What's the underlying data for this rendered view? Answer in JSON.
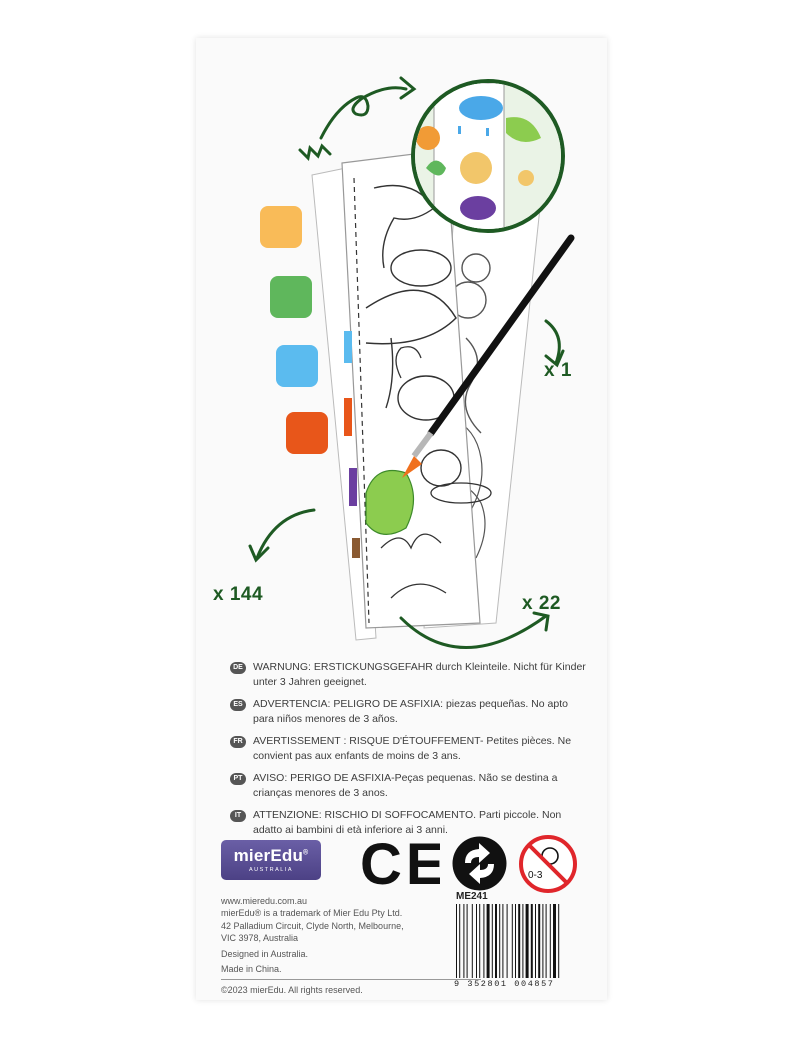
{
  "counts": {
    "paints": "x 144",
    "strips": "x 22",
    "brush": "x 1"
  },
  "swatch_colors": [
    "#f9bb58",
    "#5fb75c",
    "#5bbbef",
    "#e8561a"
  ],
  "accent_color": "#1e5a23",
  "warnings": [
    {
      "lang": "DE",
      "text": "WARNUNG: ERSTICKUNGSGEFAHR durch Kleinteile. Nicht für Kinder unter 3 Jahren geeignet."
    },
    {
      "lang": "ES",
      "text": "ADVERTENCIA: PELIGRO DE ASFIXIA: piezas pequeñas. No apto para niños menores de 3 años."
    },
    {
      "lang": "FR",
      "text": "AVERTISSEMENT : RISQUE D'ÉTOUFFEMENT- Petites pièces. Ne convient pas aux enfants de moins de 3 ans."
    },
    {
      "lang": "PT",
      "text": "AVISO: PERIGO DE ASFIXIA-Peças pequenas. Não se destina a crianças menores de 3 anos."
    },
    {
      "lang": "IT",
      "text": "ATTENZIONE: RISCHIO DI SOFFOCAMENTO. Parti piccole. Non adatto ai bambini di età inferiore ai 3 anni."
    }
  ],
  "logo": {
    "name": "mierEdu",
    "mark": "®",
    "sub": "AUSTRALIA"
  },
  "address": [
    "www.mieredu.com.au",
    "mierEdu® is a trademark of Mier Edu Pty Ltd.",
    "42 Palladium Circuit, Clyde North, Melbourne,",
    "VIC 3978, Australia",
    "Designed in Australia.",
    "Made in China.",
    "©2023 mierEdu. All rights reserved."
  ],
  "symbols": {
    "ce": "CE",
    "age": "0-3"
  },
  "product_code": "ME241",
  "barcode_digits": "9 352801 004857"
}
